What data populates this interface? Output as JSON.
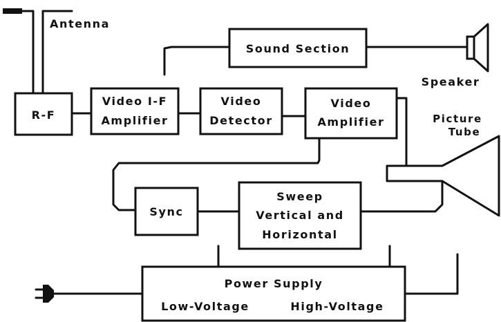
{
  "labels": {
    "antenna": "Antenna",
    "sound_section": "Sound Section",
    "speaker": "Speaker",
    "rf": "R-F",
    "video_if_1": "Video I-F",
    "video_if_2": "Amplifier",
    "video_detector_1": "Video",
    "video_detector_2": "Detector",
    "video_amplifier_1": "Video",
    "video_amplifier_2": "Amplifier",
    "picture_tube_1": "Picture",
    "picture_tube_2": "Tube",
    "sync": "Sync",
    "sweep_1": "Sweep",
    "sweep_2": "Vertical and",
    "sweep_3": "Horizontal",
    "power_supply": "Power Supply",
    "low_voltage": "Low-Voltage",
    "high_voltage": "High-Voltage"
  },
  "colors": {
    "ink": "#111111",
    "paper": "#ffffff"
  }
}
